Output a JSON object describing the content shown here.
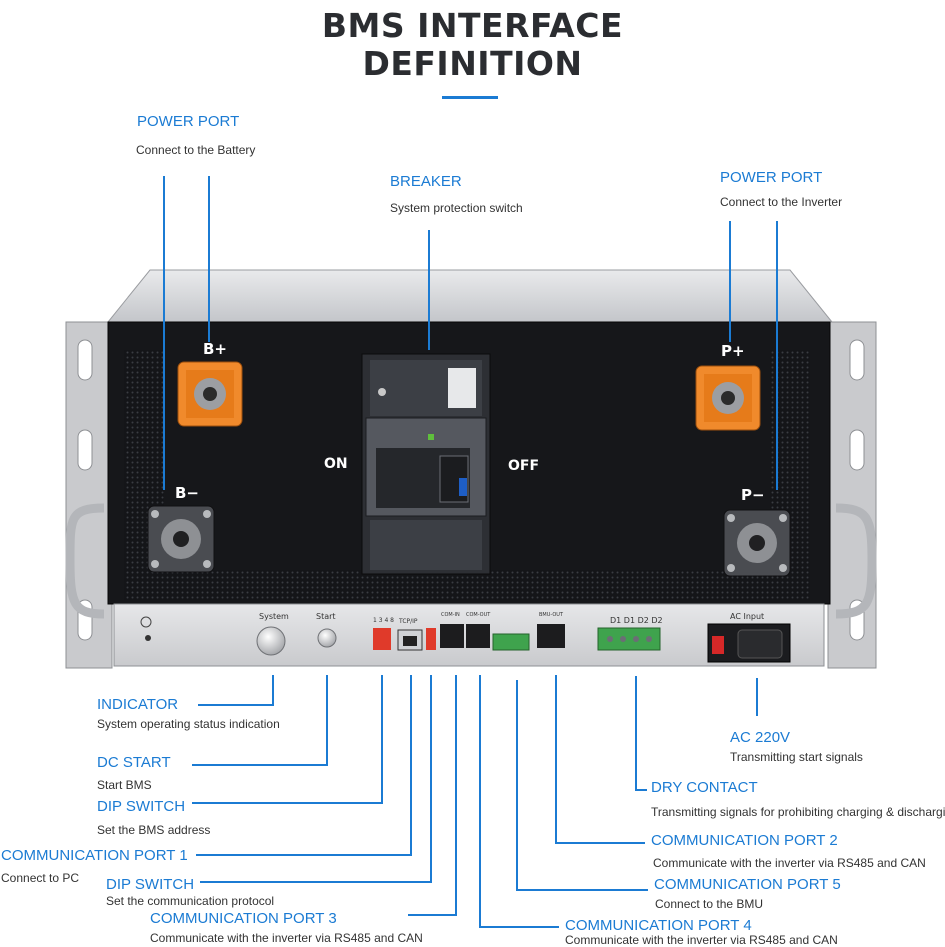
{
  "title_line1": "BMS INTERFACE",
  "title_line2": "DEFINITION",
  "colors": {
    "accent": "#1b7bd3",
    "panel": "#16171a",
    "chassis": "#d8d9db",
    "terminal_orange": "#f08a2c"
  },
  "callouts": {
    "power_port_battery": {
      "label": "POWER PORT",
      "desc": "Connect to the Battery"
    },
    "breaker": {
      "label": "BREAKER",
      "desc": "System protection switch"
    },
    "power_port_inverter": {
      "label": "POWER PORT",
      "desc": "Connect to the Inverter"
    },
    "indicator": {
      "label": "INDICATOR",
      "desc": "System operating status indication"
    },
    "dc_start": {
      "label": "DC START",
      "desc": "Start BMS"
    },
    "dip_switch_address": {
      "label": "DIP SWITCH",
      "desc": "Set the BMS address"
    },
    "comm_port_1": {
      "label": "COMMUNICATION PORT 1",
      "desc": "Connect to PC"
    },
    "dip_switch_protocol": {
      "label": "DIP SWITCH",
      "desc": "Set the communication protocol"
    },
    "comm_port_3": {
      "label": "COMMUNICATION PORT 3",
      "desc": "Communicate with the inverter via RS485 and CAN"
    },
    "comm_port_4": {
      "label": "COMMUNICATION PORT 4",
      "desc": "Communicate with the inverter via RS485 and CAN"
    },
    "comm_port_5": {
      "label": "COMMUNICATION PORT 5",
      "desc": "Connect to the BMU"
    },
    "comm_port_2": {
      "label": "COMMUNICATION PORT 2",
      "desc": "Communicate with the inverter via RS485 and CAN"
    },
    "dry_contact": {
      "label": "DRY CONTACT",
      "desc": "Transmitting signals for prohibiting charging & discharging"
    },
    "ac_220v": {
      "label": "AC 220V",
      "desc": "Transmitting start signals"
    }
  },
  "panel": {
    "b_plus": "B+",
    "b_minus": "B−",
    "p_plus": "P+",
    "p_minus": "P−",
    "on": "ON",
    "off": "OFF",
    "system": "System",
    "start": "Start",
    "ac_input": "AC Input",
    "dry_contact_pins": "D1 D1 D2 D2",
    "dip_numbers": "1 3 4 8",
    "tcp_ip": "TCP/IP",
    "com_in": "COM-IN",
    "com_out": "COM-OUT",
    "bmu_out": "BMU-OUT"
  }
}
